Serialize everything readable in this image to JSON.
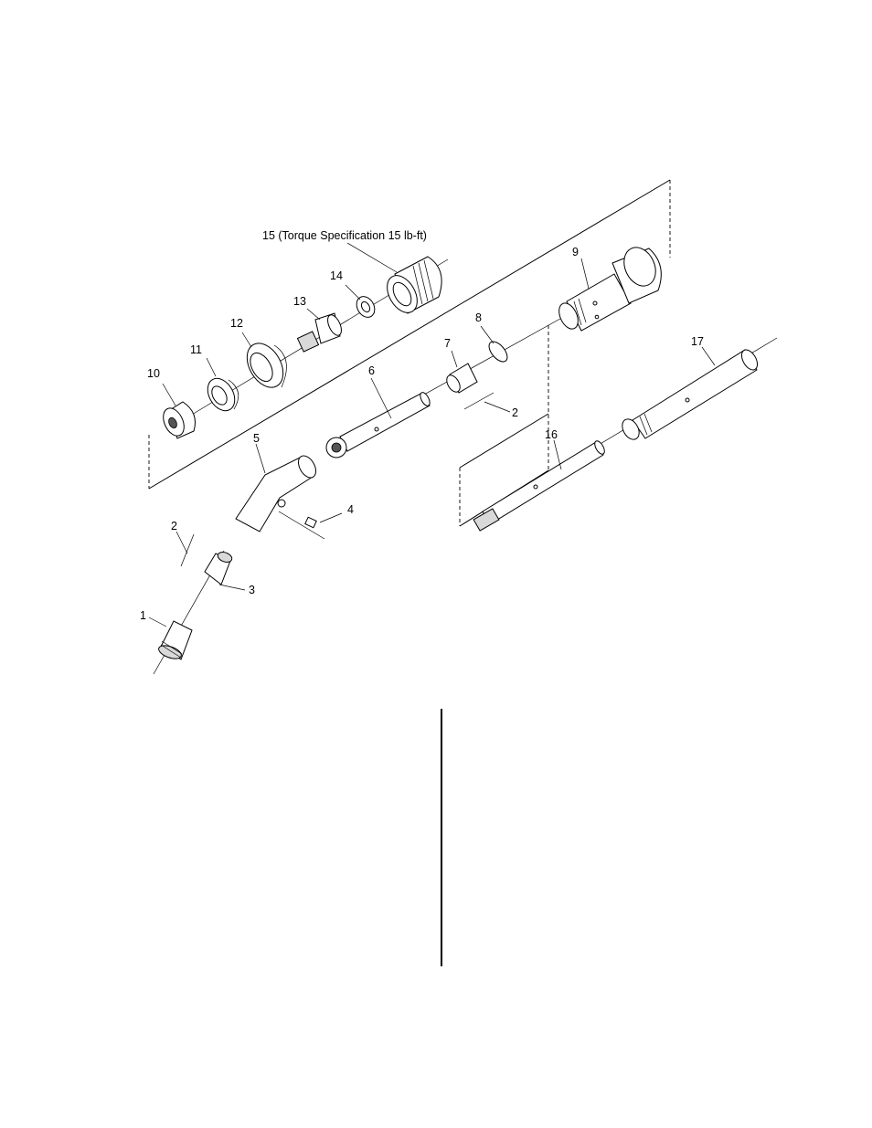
{
  "callouts": [
    {
      "id": "p1",
      "text": "1"
    },
    {
      "id": "p2a",
      "text": "2"
    },
    {
      "id": "p2b",
      "text": "2"
    },
    {
      "id": "p3",
      "text": "3"
    },
    {
      "id": "p4",
      "text": "4"
    },
    {
      "id": "p5",
      "text": "5"
    },
    {
      "id": "p6",
      "text": "6"
    },
    {
      "id": "p7",
      "text": "7"
    },
    {
      "id": "p8",
      "text": "8"
    },
    {
      "id": "p9",
      "text": "9"
    },
    {
      "id": "p10",
      "text": "10"
    },
    {
      "id": "p11",
      "text": "11"
    },
    {
      "id": "p12",
      "text": "12"
    },
    {
      "id": "p13",
      "text": "13"
    },
    {
      "id": "p14",
      "text": "14"
    },
    {
      "id": "p15",
      "text": "15 (Torque Specification 15 lb-ft)"
    },
    {
      "id": "p16",
      "text": "16"
    },
    {
      "id": "p17",
      "text": "17"
    }
  ]
}
